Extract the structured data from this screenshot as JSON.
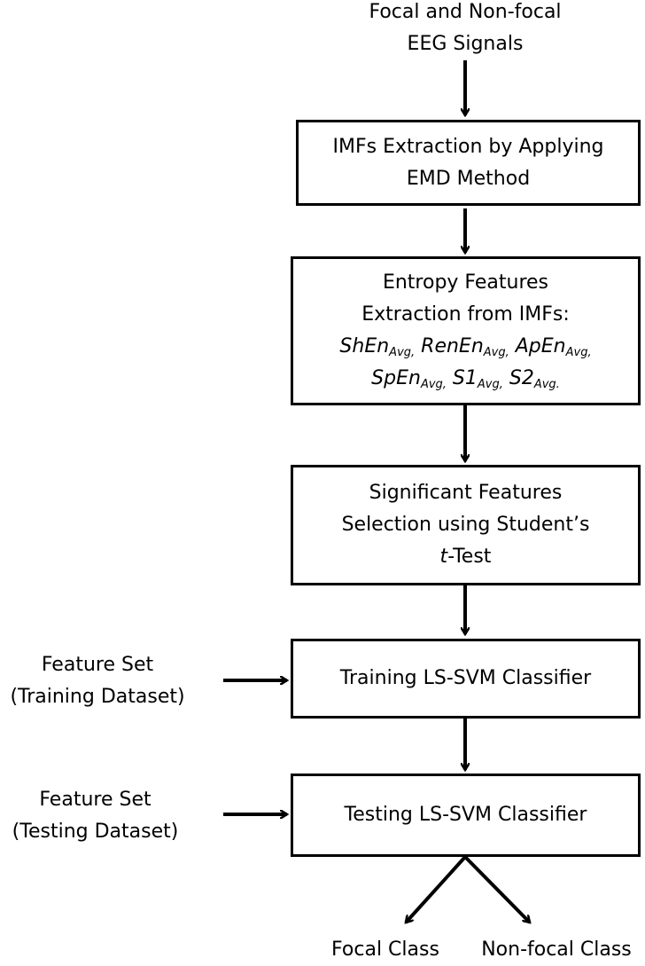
{
  "input": {
    "line1": "Focal and Non-focal",
    "line2": "EEG Signals"
  },
  "box_imf": {
    "line1": "IMFs  Extraction by Applying",
    "line2": "EMD Method"
  },
  "box_entropy": {
    "line1": "Entropy Features",
    "line2": "Extraction from IMFs:",
    "features": [
      {
        "name": "ShEn",
        "sub": "Avg,"
      },
      {
        "name": "RenEn",
        "sub": "Avg,"
      },
      {
        "name": "ApEn",
        "sub": "Avg,"
      },
      {
        "name": "SpEn",
        "sub": "Avg,"
      },
      {
        "name": "S1",
        "sub": "Avg,"
      },
      {
        "name": "S2",
        "sub": "Avg."
      }
    ]
  },
  "box_selection": {
    "line1": "Significant Features",
    "line2": "Selection using Student’s",
    "line3_italic": "t",
    "line3_rest": "-Test"
  },
  "box_training": {
    "label": "Training LS-SVM Classifier"
  },
  "box_testing": {
    "label": "Testing LS-SVM Classifier"
  },
  "side_training": {
    "line1": "Feature Set",
    "line2": "(Training Dataset)"
  },
  "side_testing": {
    "line1": "Feature Set",
    "line2": "(Testing Dataset)"
  },
  "outputs": {
    "left": "Focal Class",
    "right": "Non-focal Class"
  },
  "colors": {
    "stroke": "#000000",
    "background": "#ffffff"
  }
}
